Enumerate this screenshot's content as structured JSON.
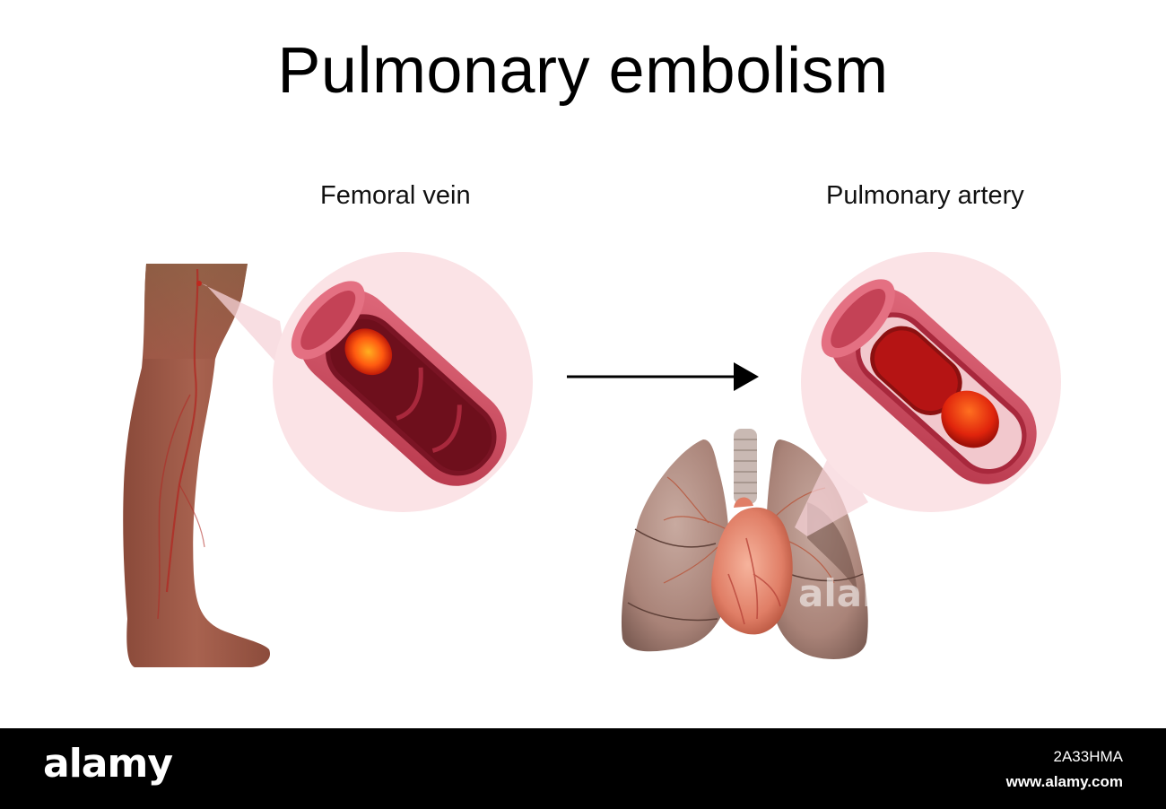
{
  "title": "Pulmonary embolism",
  "labels": {
    "femoral": "Femoral vein",
    "pulmonary": "Pulmonary artery"
  },
  "footer": {
    "logo": "alamy",
    "image_id": "2A33HMA",
    "url": "www.alamy.com"
  },
  "watermark": "alamy",
  "colors": {
    "skin": "#a05a48",
    "vessel_wall": "#d04a5e",
    "vessel_interior": "#6e0f1c",
    "clot": "#ff4a10",
    "magnifier": "#fbe3e6",
    "lung": "#a98378",
    "heart": "#e8846b",
    "footer_bg": "#000000"
  }
}
